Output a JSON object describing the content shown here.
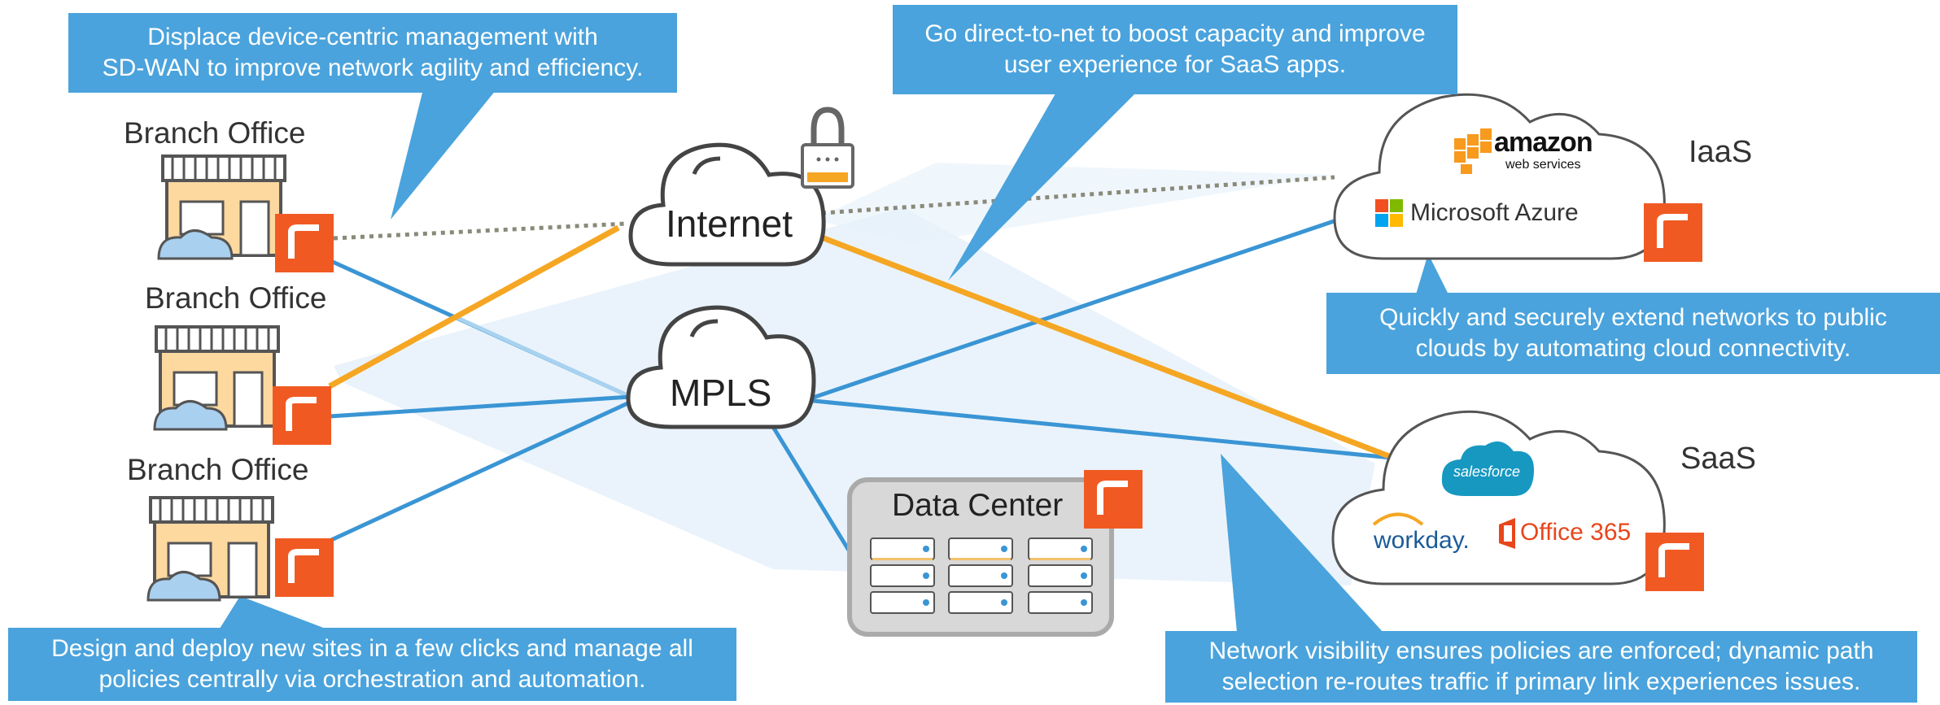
{
  "callouts": {
    "top_left": [
      "Displace device-centric management with",
      "SD-WAN to improve network agility and efficiency."
    ],
    "top_center": [
      "Go direct-to-net to boost capacity and improve",
      "user experience for SaaS apps."
    ],
    "right_middle": [
      "Quickly and securely extend networks to public",
      "clouds by automating cloud connectivity."
    ],
    "bottom_left": [
      "Design and deploy new sites in a few clicks and manage all",
      "policies centrally via orchestration and automation."
    ],
    "bottom_right": [
      "Network visibility ensures policies are enforced; dynamic path",
      "selection re-routes traffic if primary link experiences issues."
    ]
  },
  "branches": [
    "Branch Office",
    "Branch Office",
    "Branch Office"
  ],
  "clouds": {
    "internet": "Internet",
    "mpls": "MPLS",
    "iaas": "IaaS",
    "saas": "SaaS"
  },
  "data_center": "Data Center",
  "logos": {
    "amazon": "amazon",
    "aws": "web services",
    "azure": "Microsoft Azure",
    "salesforce": "salesforce",
    "workday": "workday.",
    "office365": "Office 365"
  },
  "colors": {
    "callout": "#4aa3dc",
    "link_blue": "#3a95d4",
    "link_internet": "#f5a623",
    "device_orange": "#f05a22",
    "building_fill": "#fdd9a0",
    "dotted": "#8a8a7a"
  }
}
